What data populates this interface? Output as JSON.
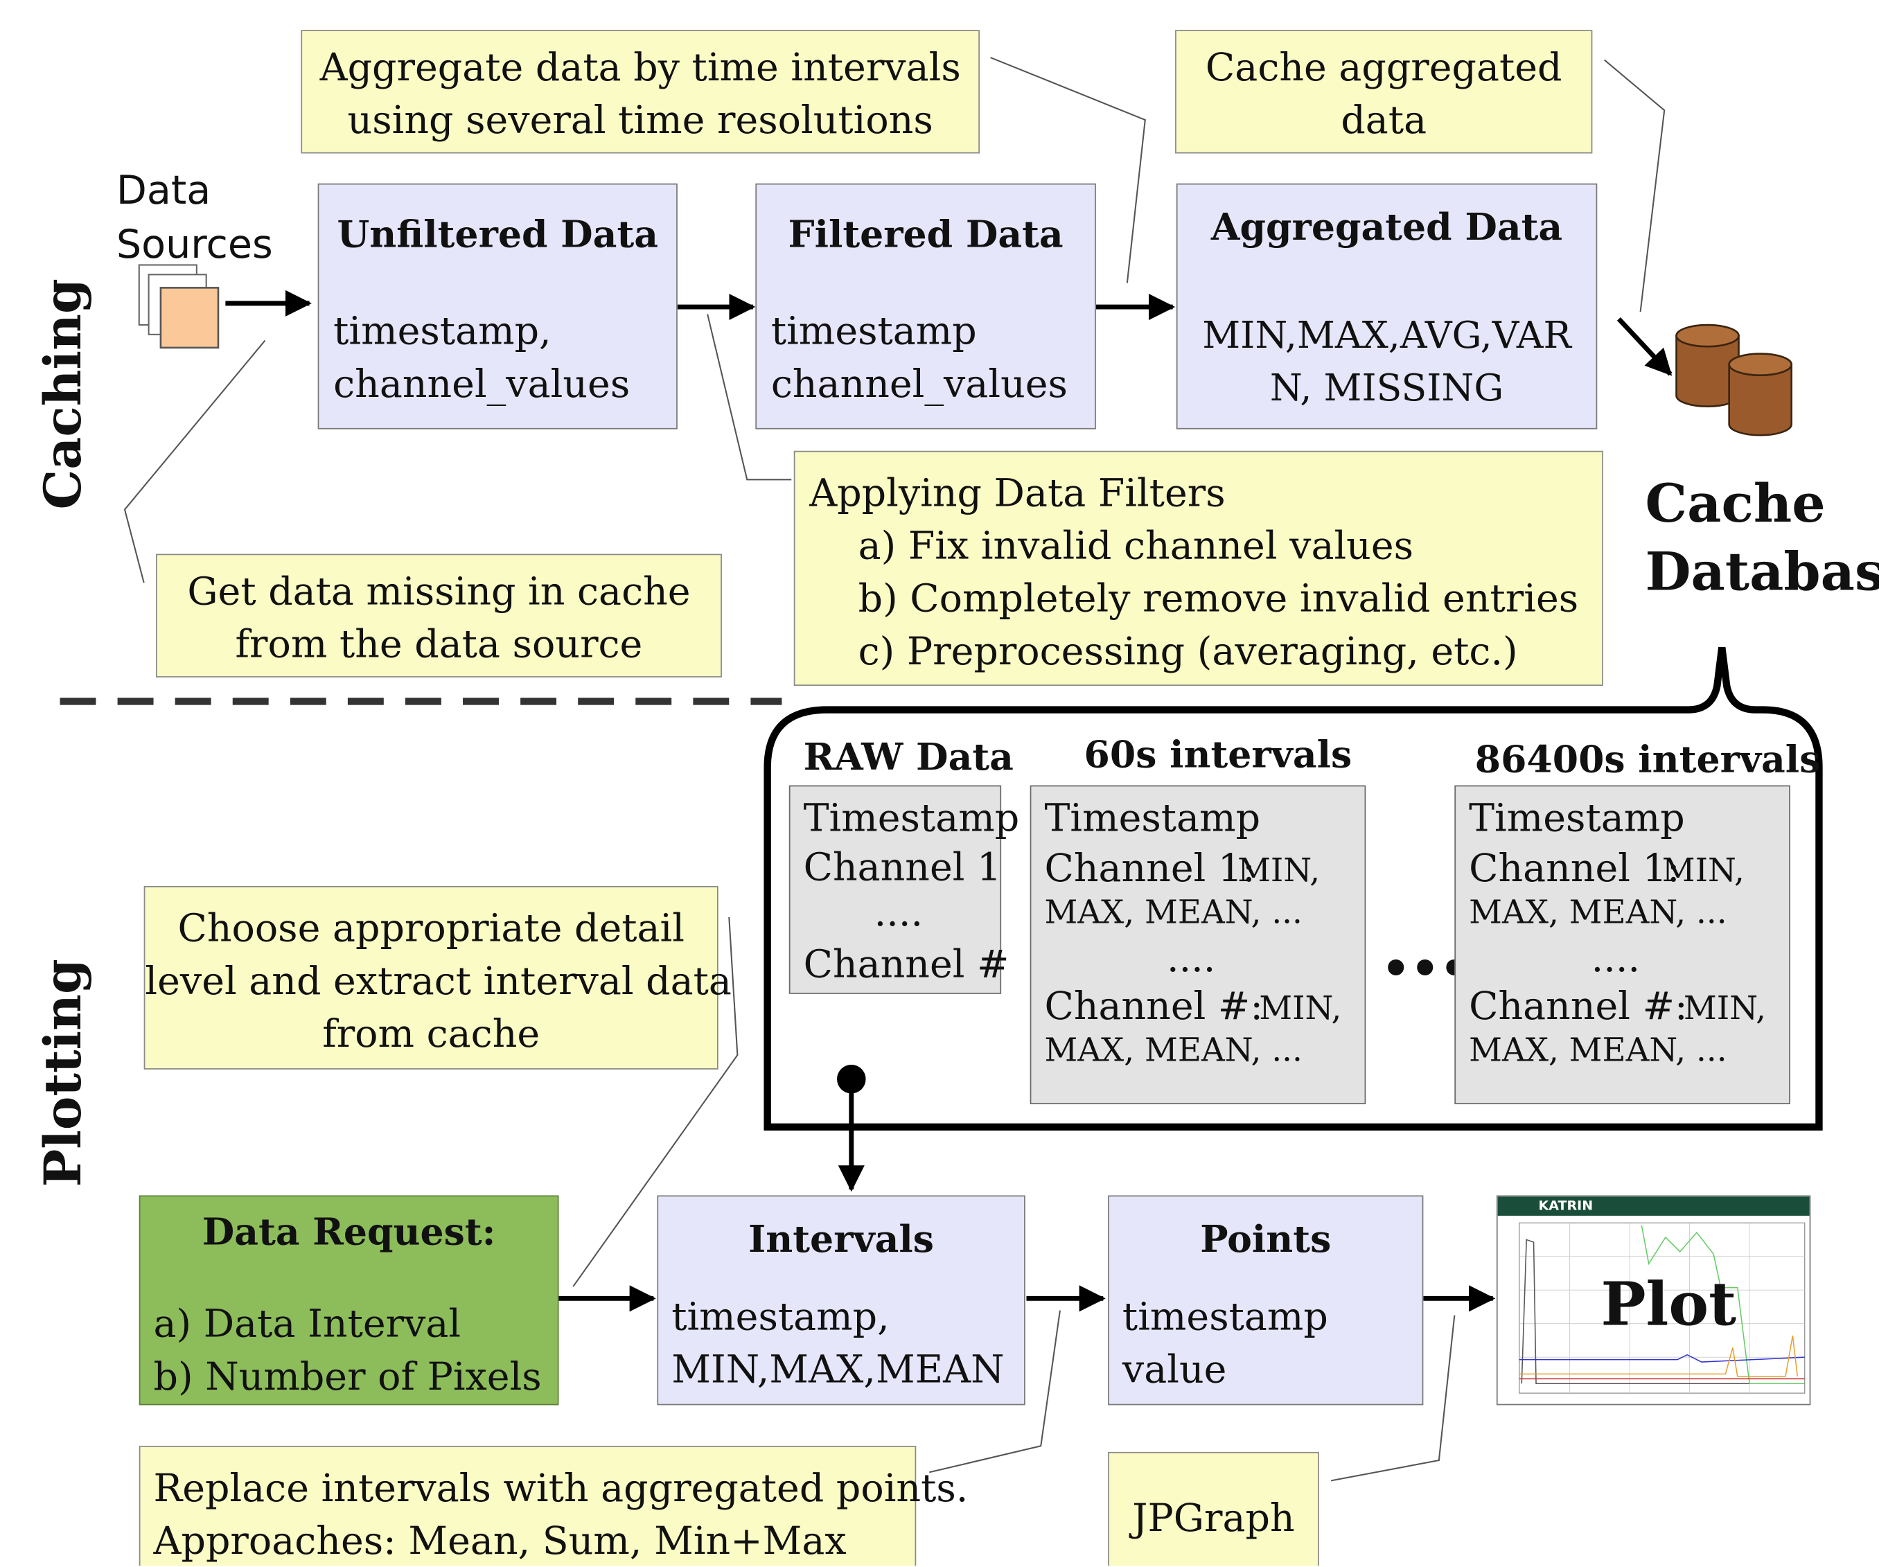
{
  "sections": {
    "caching": "Caching",
    "plotting": "Plotting"
  },
  "data_sources": {
    "label": "Data\nSources"
  },
  "notes": {
    "aggregate": "Aggregate data by time intervals\nusing several time resolutions",
    "cache_agg": "Cache aggregated\ndata",
    "get_missing": "Get data missing in cache\nfrom the data source",
    "filters": "Applying Data Filters\n    a) Fix invalid channel values\n    b) Completely remove invalid entries\n    c) Preprocessing (averaging, etc.)",
    "choose": "Choose appropriate detail\nlevel and extract interval data\nfrom cache",
    "replace": "Replace intervals with aggregated points.\nApproaches: Mean, Sum, Min+Max",
    "jpgraph": "JPGraph"
  },
  "boxes": {
    "unfiltered": {
      "title": "Unfiltered Data",
      "body": "timestamp,\nchannel_values"
    },
    "filtered": {
      "title": "Filtered Data",
      "body": "timestamp\nchannel_values"
    },
    "aggregated": {
      "title": "Aggregated Data",
      "body": "MIN,MAX,AVG,VAR\nN, MISSING"
    },
    "request": {
      "title": "Data Request:",
      "body": "a) Data Interval\nb) Number of Pixels"
    },
    "intervals": {
      "title": "Intervals",
      "body": "timestamp,\nMIN,MAX,MEAN"
    },
    "points": {
      "title": "Points",
      "body": "timestamp\nvalue"
    }
  },
  "cache_db": {
    "label": "Cache\nDatabase"
  },
  "cache_contents": {
    "raw": {
      "title": "RAW Data",
      "ts": "Timestamp",
      "ch1": "Channel 1",
      "dots": "....",
      "chn": "Channel #"
    },
    "s60": {
      "title": "60s intervals",
      "ts": "Timestamp",
      "ch1": "Channel 1:",
      "ch1_vals": "MIN,",
      "ch1_vals2": "MAX, MEAN, ...",
      "dots": "....",
      "chn": "Channel #:",
      "chn_vals": "MIN,",
      "chn_vals2": "MAX, MEAN, ..."
    },
    "ellipsis": "•••",
    "s86400": {
      "title": "86400s intervals",
      "ts": "Timestamp",
      "ch1": "Channel 1:",
      "ch1_vals": "MIN,",
      "ch1_vals2": "MAX, MEAN, ...",
      "dots": "....",
      "chn": "Channel #:",
      "chn_vals": "MIN,",
      "chn_vals2": "MAX, MEAN, ..."
    }
  },
  "plot": {
    "label": "Plot",
    "brand": "KATRIN"
  },
  "colors": {
    "purple": "#e6e6fa",
    "yellow": "#fbfbc5",
    "green": "#8dbd5b",
    "barrel": "#9a5a2c",
    "source": "#fbc89a"
  }
}
